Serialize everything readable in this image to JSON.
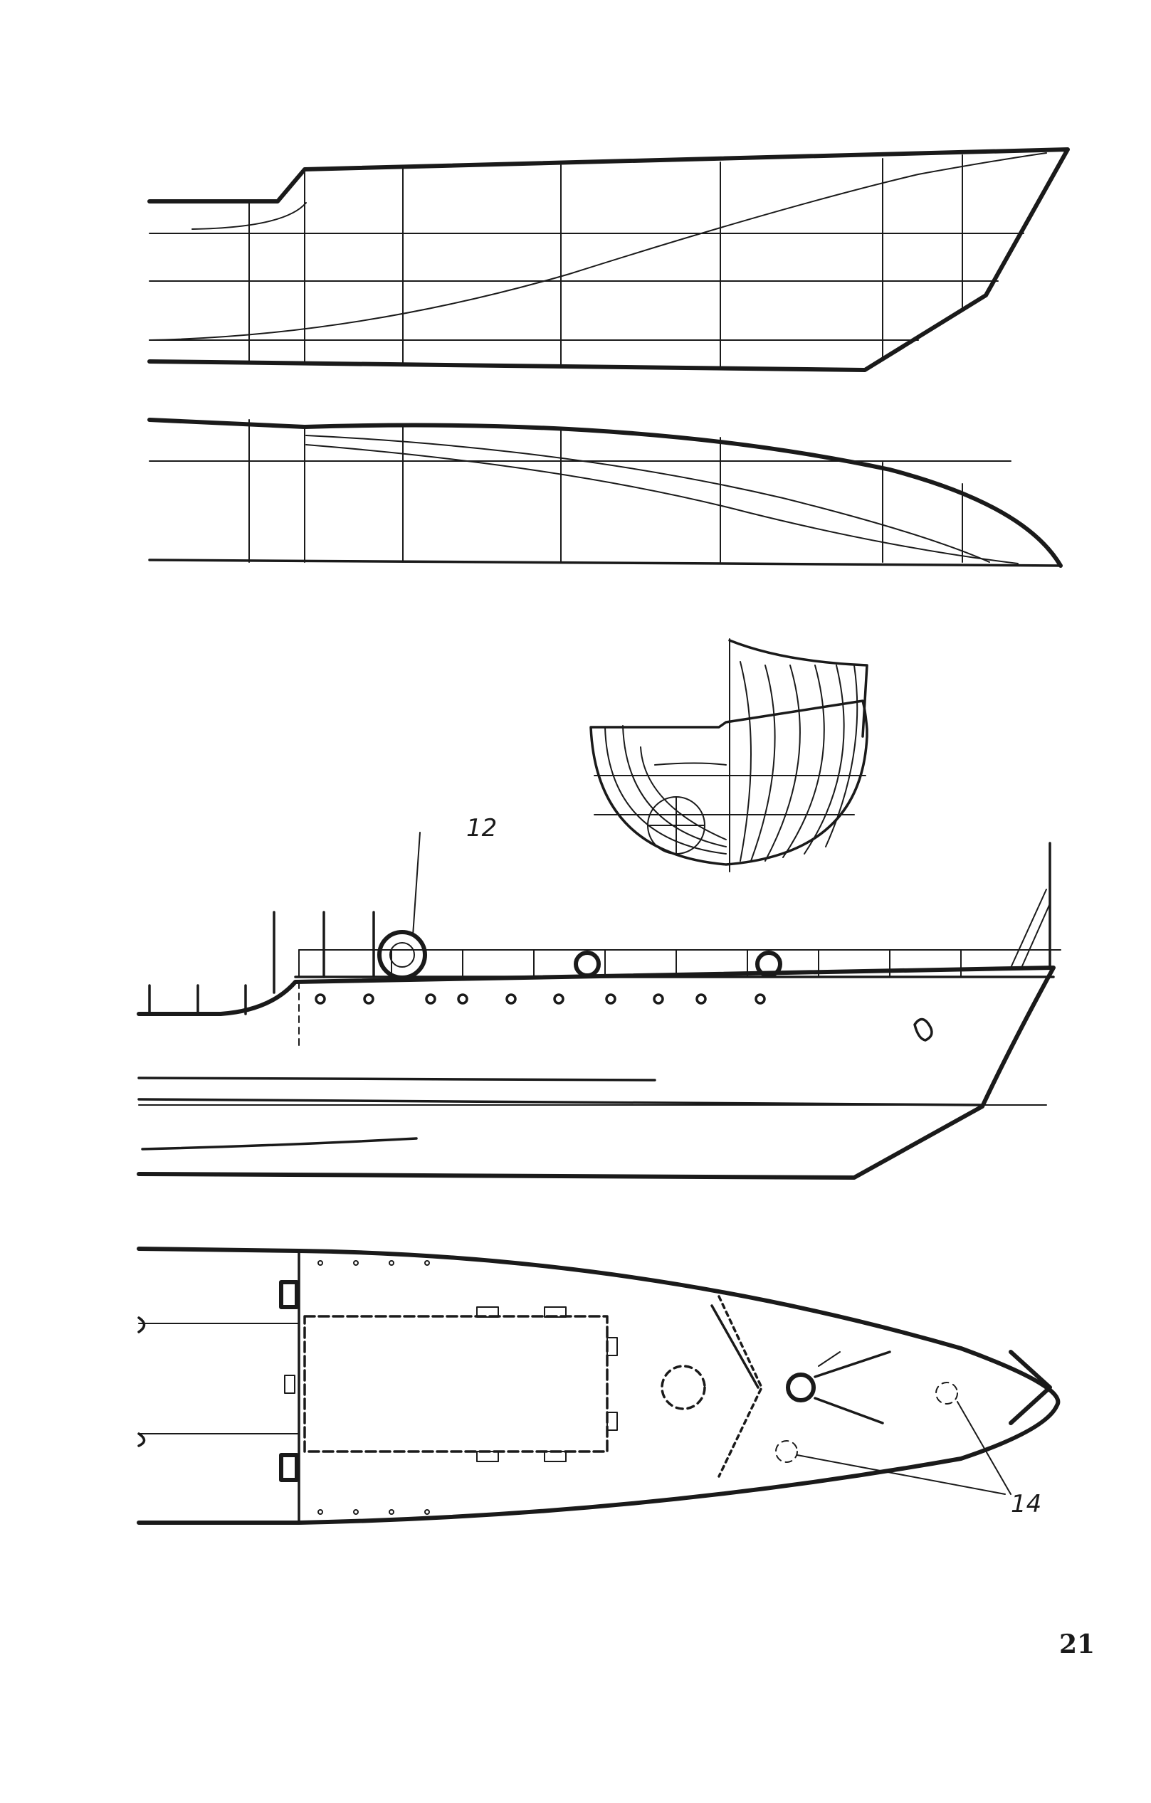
{
  "page": {
    "number": "21"
  },
  "callouts": {
    "lifebuoy": "12",
    "hatches": "14"
  }
}
